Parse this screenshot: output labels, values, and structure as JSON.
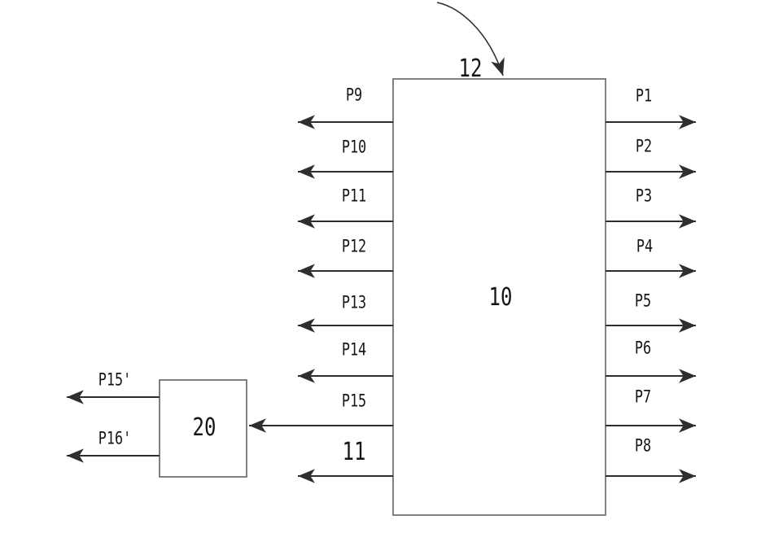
{
  "colors": {
    "background": "#ffffff",
    "line": "#2e2e2e",
    "box_border": "#6b6b6b",
    "text": "#161616"
  },
  "blocks": {
    "main": {
      "label": "10"
    },
    "secondary": {
      "label": "20"
    }
  },
  "annotations": {
    "pointer": {
      "label": "12"
    },
    "bus": {
      "label": "11"
    }
  },
  "ports": {
    "right": [
      {
        "label": "P1"
      },
      {
        "label": "P2"
      },
      {
        "label": "P3"
      },
      {
        "label": "P4"
      },
      {
        "label": "P5"
      },
      {
        "label": "P6"
      },
      {
        "label": "P7"
      },
      {
        "label": "P8"
      }
    ],
    "left": [
      {
        "label": "P9"
      },
      {
        "label": "P10"
      },
      {
        "label": "P11"
      },
      {
        "label": "P12"
      },
      {
        "label": "P13"
      },
      {
        "label": "P14"
      },
      {
        "label": "P15"
      }
    ],
    "secondary_out": [
      {
        "label": "P15'"
      },
      {
        "label": "P16'"
      }
    ]
  }
}
